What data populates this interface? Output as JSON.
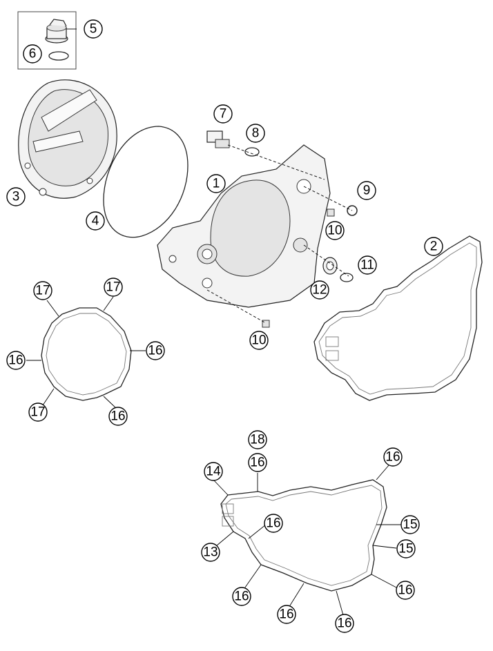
{
  "diagram": {
    "callouts": {
      "c1": "1",
      "c2": "2",
      "c3": "3",
      "c4": "4",
      "c5": "5",
      "c6": "6",
      "c7": "7",
      "c8": "8",
      "c9": "9",
      "c10a": "10",
      "c10b": "10",
      "c11": "11",
      "c12": "12",
      "c13": "13",
      "c14": "14",
      "c15a": "15",
      "c15b": "15",
      "c16a": "16",
      "c16b": "16",
      "c16c": "16",
      "c16d": "16",
      "c16e": "16",
      "c16f": "16",
      "c16g": "16",
      "c16h": "16",
      "c16i": "16",
      "c16j": "16",
      "c17a": "17",
      "c17b": "17",
      "c17c": "17",
      "c18": "18"
    }
  }
}
